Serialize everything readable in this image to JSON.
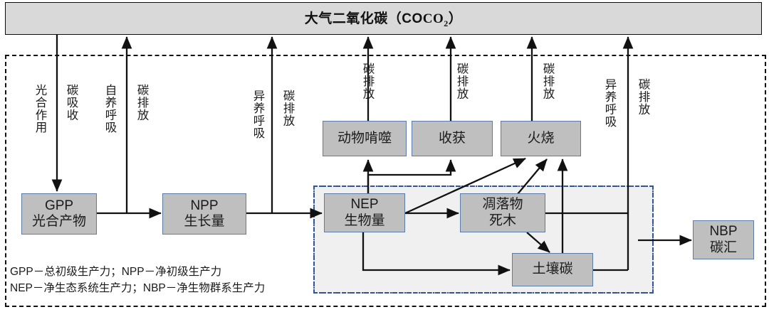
{
  "atmosphere": {
    "label_main": "大气二氧化碳（CO",
    "label_sub": "2",
    "label_tail": "）",
    "fill": "#d9d9d9"
  },
  "frames": {
    "ecosystem_border": "#111111",
    "inner_border": "#2f5597",
    "inner_fill": "#f0f0f0"
  },
  "boxes": [
    {
      "id": "gpp",
      "line1": "GPP",
      "line2": "光合产物"
    },
    {
      "id": "npp",
      "line1": "NPP",
      "line2": "生长量"
    },
    {
      "id": "grazing",
      "line1": "动物啃噬",
      "line2": ""
    },
    {
      "id": "harvest",
      "line1": "收获",
      "line2": ""
    },
    {
      "id": "fire",
      "line1": "火烧",
      "line2": ""
    },
    {
      "id": "nep",
      "line1": "NEP",
      "line2": "生物量"
    },
    {
      "id": "litter",
      "line1": "凋落物",
      "line2": "死木"
    },
    {
      "id": "soil",
      "line1": "土壤碳",
      "line2": ""
    },
    {
      "id": "nbp",
      "line1": "NBP",
      "line2": "碳汇"
    }
  ],
  "flow_labels": [
    {
      "id": "photosynthesis",
      "text": "光合作用"
    },
    {
      "id": "carbon-uptake",
      "text": "碳吸收"
    },
    {
      "id": "autotrophic-resp",
      "text": "自养呼吸"
    },
    {
      "id": "carbon-emission-1",
      "text": "碳排放"
    },
    {
      "id": "heterotrophic-resp-1",
      "text": "异养呼吸"
    },
    {
      "id": "carbon-emission-2",
      "text": "碳排放"
    },
    {
      "id": "carbon-emission-3",
      "text": "碳排放"
    },
    {
      "id": "carbon-emission-4",
      "text": "碳排放"
    },
    {
      "id": "carbon-emission-5",
      "text": "碳排放"
    },
    {
      "id": "heterotrophic-resp-2",
      "text": "异养呼吸"
    },
    {
      "id": "carbon-emission-6",
      "text": "碳排放"
    }
  ],
  "legend": {
    "line1": "GPP－总初级生产力；NPP－净初级生产力",
    "line2": "NEP－净生态系统生产力；NBP－净生物群系生产力"
  }
}
